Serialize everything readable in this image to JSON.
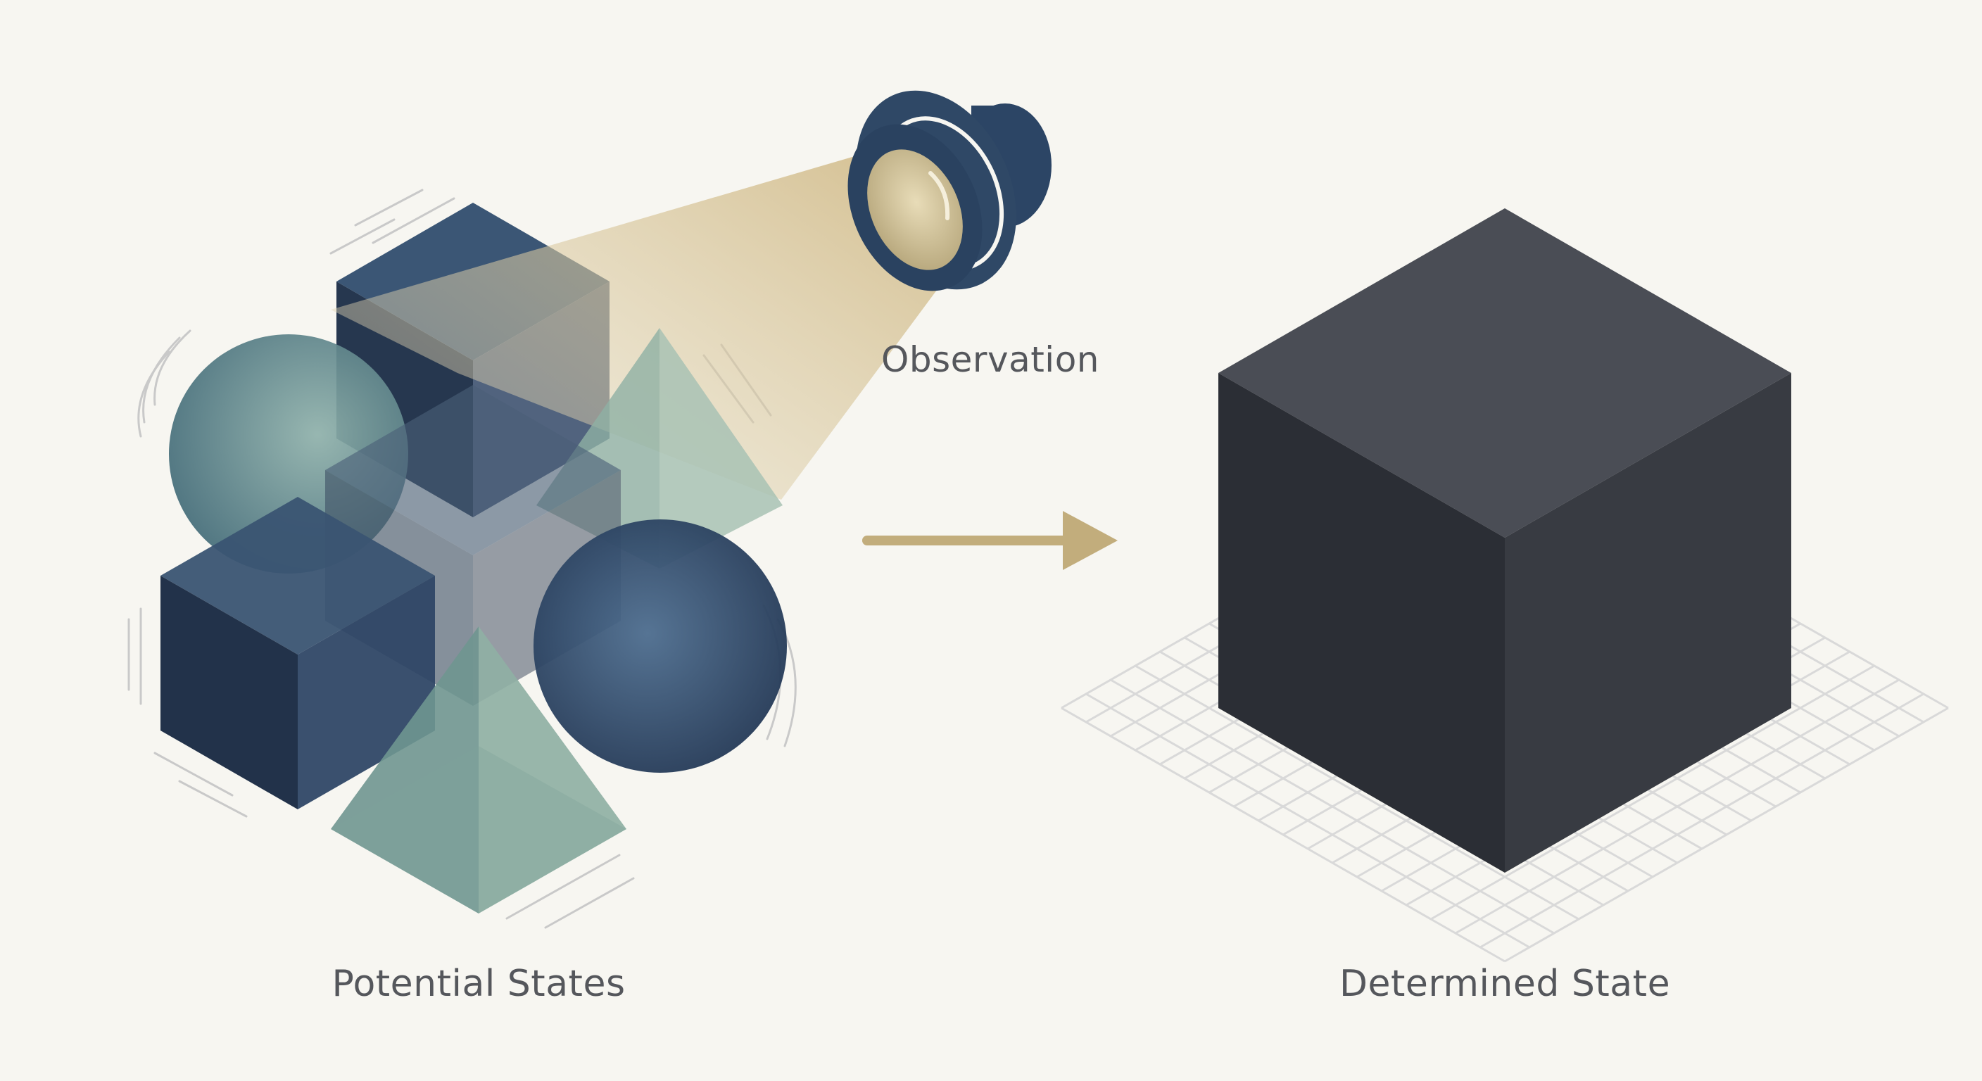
{
  "labels": {
    "observation": "Observation",
    "potential_states": "Potential States",
    "determined_state": "Determined State"
  },
  "colors": {
    "background": "#f7f6f1",
    "navy": "#2f4866",
    "navy_dark": "#22324a",
    "teal": "#6f9690",
    "beam": "#d9c89c",
    "arrow": "#c2ad7c",
    "determined_cube": "#3a3d44",
    "grid": "#d9d9d9",
    "label_text": "#55575c"
  }
}
